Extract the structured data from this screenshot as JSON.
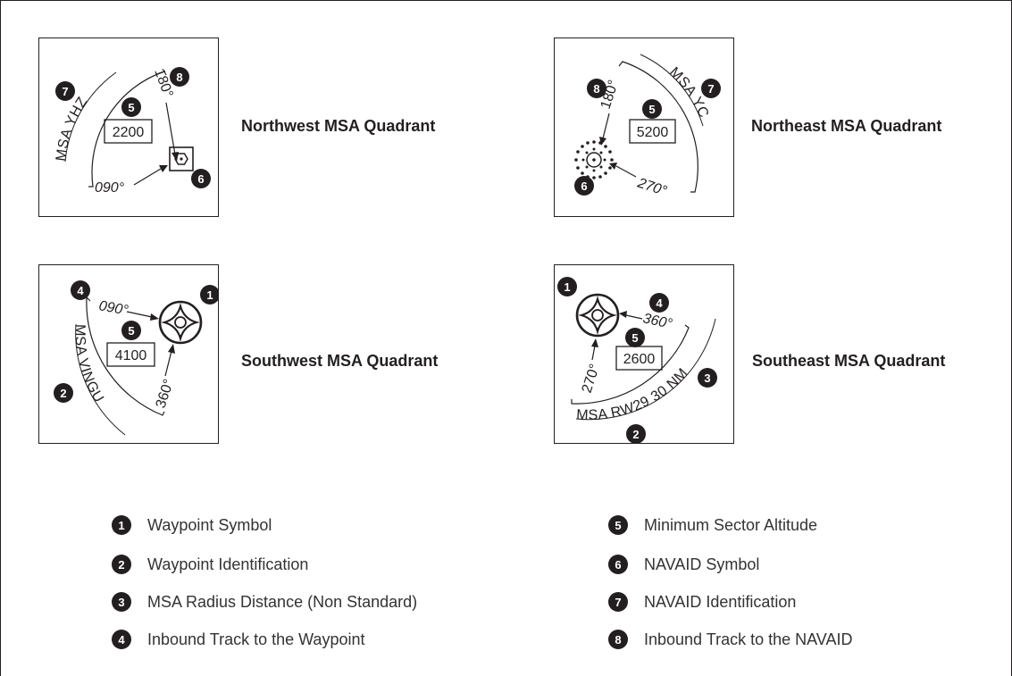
{
  "quadrants": [
    {
      "title": "Northwest MSA Quadrant",
      "msa_label": "MSA YHZ",
      "altitude": "2200",
      "bearing_a": "180°",
      "bearing_b": "090°"
    },
    {
      "title": "Northeast MSA Quadrant",
      "msa_label": "MSA YC",
      "altitude": "5200",
      "bearing_a": "180°",
      "bearing_b": "270°"
    },
    {
      "title": "Southwest MSA Quadrant",
      "msa_label": "MSA VINGU",
      "altitude": "4100",
      "bearing_a": "090°",
      "bearing_b": "360°"
    },
    {
      "title": "Southeast MSA Quadrant",
      "msa_label": "MSA RW29 30 NM",
      "altitude": "2600",
      "bearing_a": "270°",
      "bearing_b": "360°"
    }
  ],
  "legend": [
    {
      "num": "1",
      "label": "Waypoint Symbol"
    },
    {
      "num": "2",
      "label": "Waypoint Identification"
    },
    {
      "num": "3",
      "label": "MSA Radius Distance (Non Standard)"
    },
    {
      "num": "4",
      "label": "Inbound Track to the Waypoint"
    },
    {
      "num": "5",
      "label": "Minimum Sector Altitude"
    },
    {
      "num": "6",
      "label": "NAVAID Symbol"
    },
    {
      "num": "7",
      "label": "NAVAID Identification"
    },
    {
      "num": "8",
      "label": "Inbound Track to the NAVAID"
    }
  ],
  "markers": {
    "nw": [
      "7",
      "8",
      "5",
      "6"
    ],
    "ne": [
      "8",
      "7",
      "5",
      "6"
    ],
    "sw": [
      "4",
      "1",
      "5",
      "2"
    ],
    "se": [
      "1",
      "4",
      "5",
      "3",
      "2"
    ]
  },
  "colors": {
    "ink": "#231f20",
    "background": "#ffffff"
  }
}
